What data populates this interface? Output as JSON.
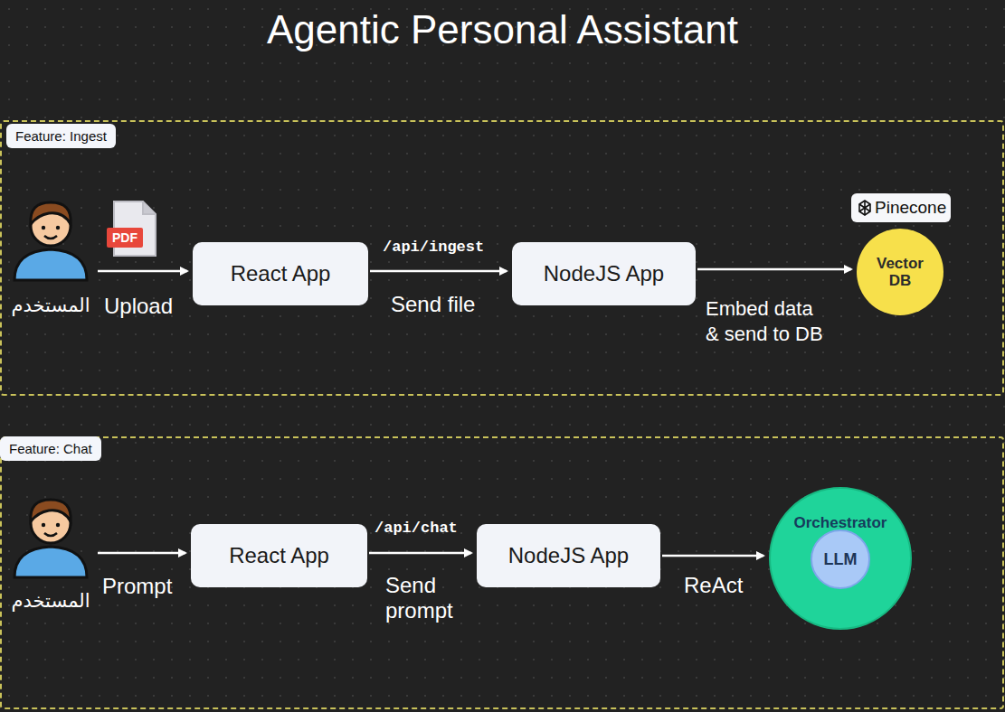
{
  "diagram": {
    "title": "Agentic Personal Assistant",
    "nodes": [
      {
        "text": [
          "Feature: Ingest"
        ]
      },
      {
        "text": [
          "المستخدم"
        ],
        "in": 0
      },
      {
        "text": [
          "React App"
        ],
        "in": 0
      },
      {
        "text": [
          "NodeJS App"
        ],
        "in": 0
      },
      {
        "text": [
          "Pinecone"
        ],
        "in": 0
      },
      {
        "text": [
          "Vector DB"
        ],
        "in": 0
      },
      {
        "text": [
          "Feature: Chat"
        ]
      },
      {
        "text": [
          "المستخدم"
        ],
        "in": 6
      },
      {
        "text": [
          "React App"
        ],
        "in": 6
      },
      {
        "text": [
          "NodeJS App"
        ],
        "in": 6
      },
      {
        "text": [
          "Orchestrator"
        ],
        "in": 6
      },
      {
        "text": [
          "LLM"
        ],
        "in": 10
      }
    ],
    "edges": [
      {
        "from": 1,
        "to": 2,
        "arrow": "to",
        "label": "Upload"
      },
      {
        "from": 2,
        "to": 3,
        "arrow": "to",
        "label": "Send file"
      },
      {
        "from": 3,
        "to": 5,
        "arrow": "to",
        "label": "Embed data & send to DB"
      },
      {
        "from": 7,
        "to": 8,
        "arrow": "to",
        "label": "Prompt"
      },
      {
        "from": 8,
        "to": 9,
        "arrow": "to",
        "label": "Send prompt"
      },
      {
        "from": 9,
        "to": 10,
        "arrow": "to",
        "label": "ReAct"
      }
    ],
    "labels": [
      "PDF",
      "/api/ingest",
      "/api/chat"
    ]
  }
}
